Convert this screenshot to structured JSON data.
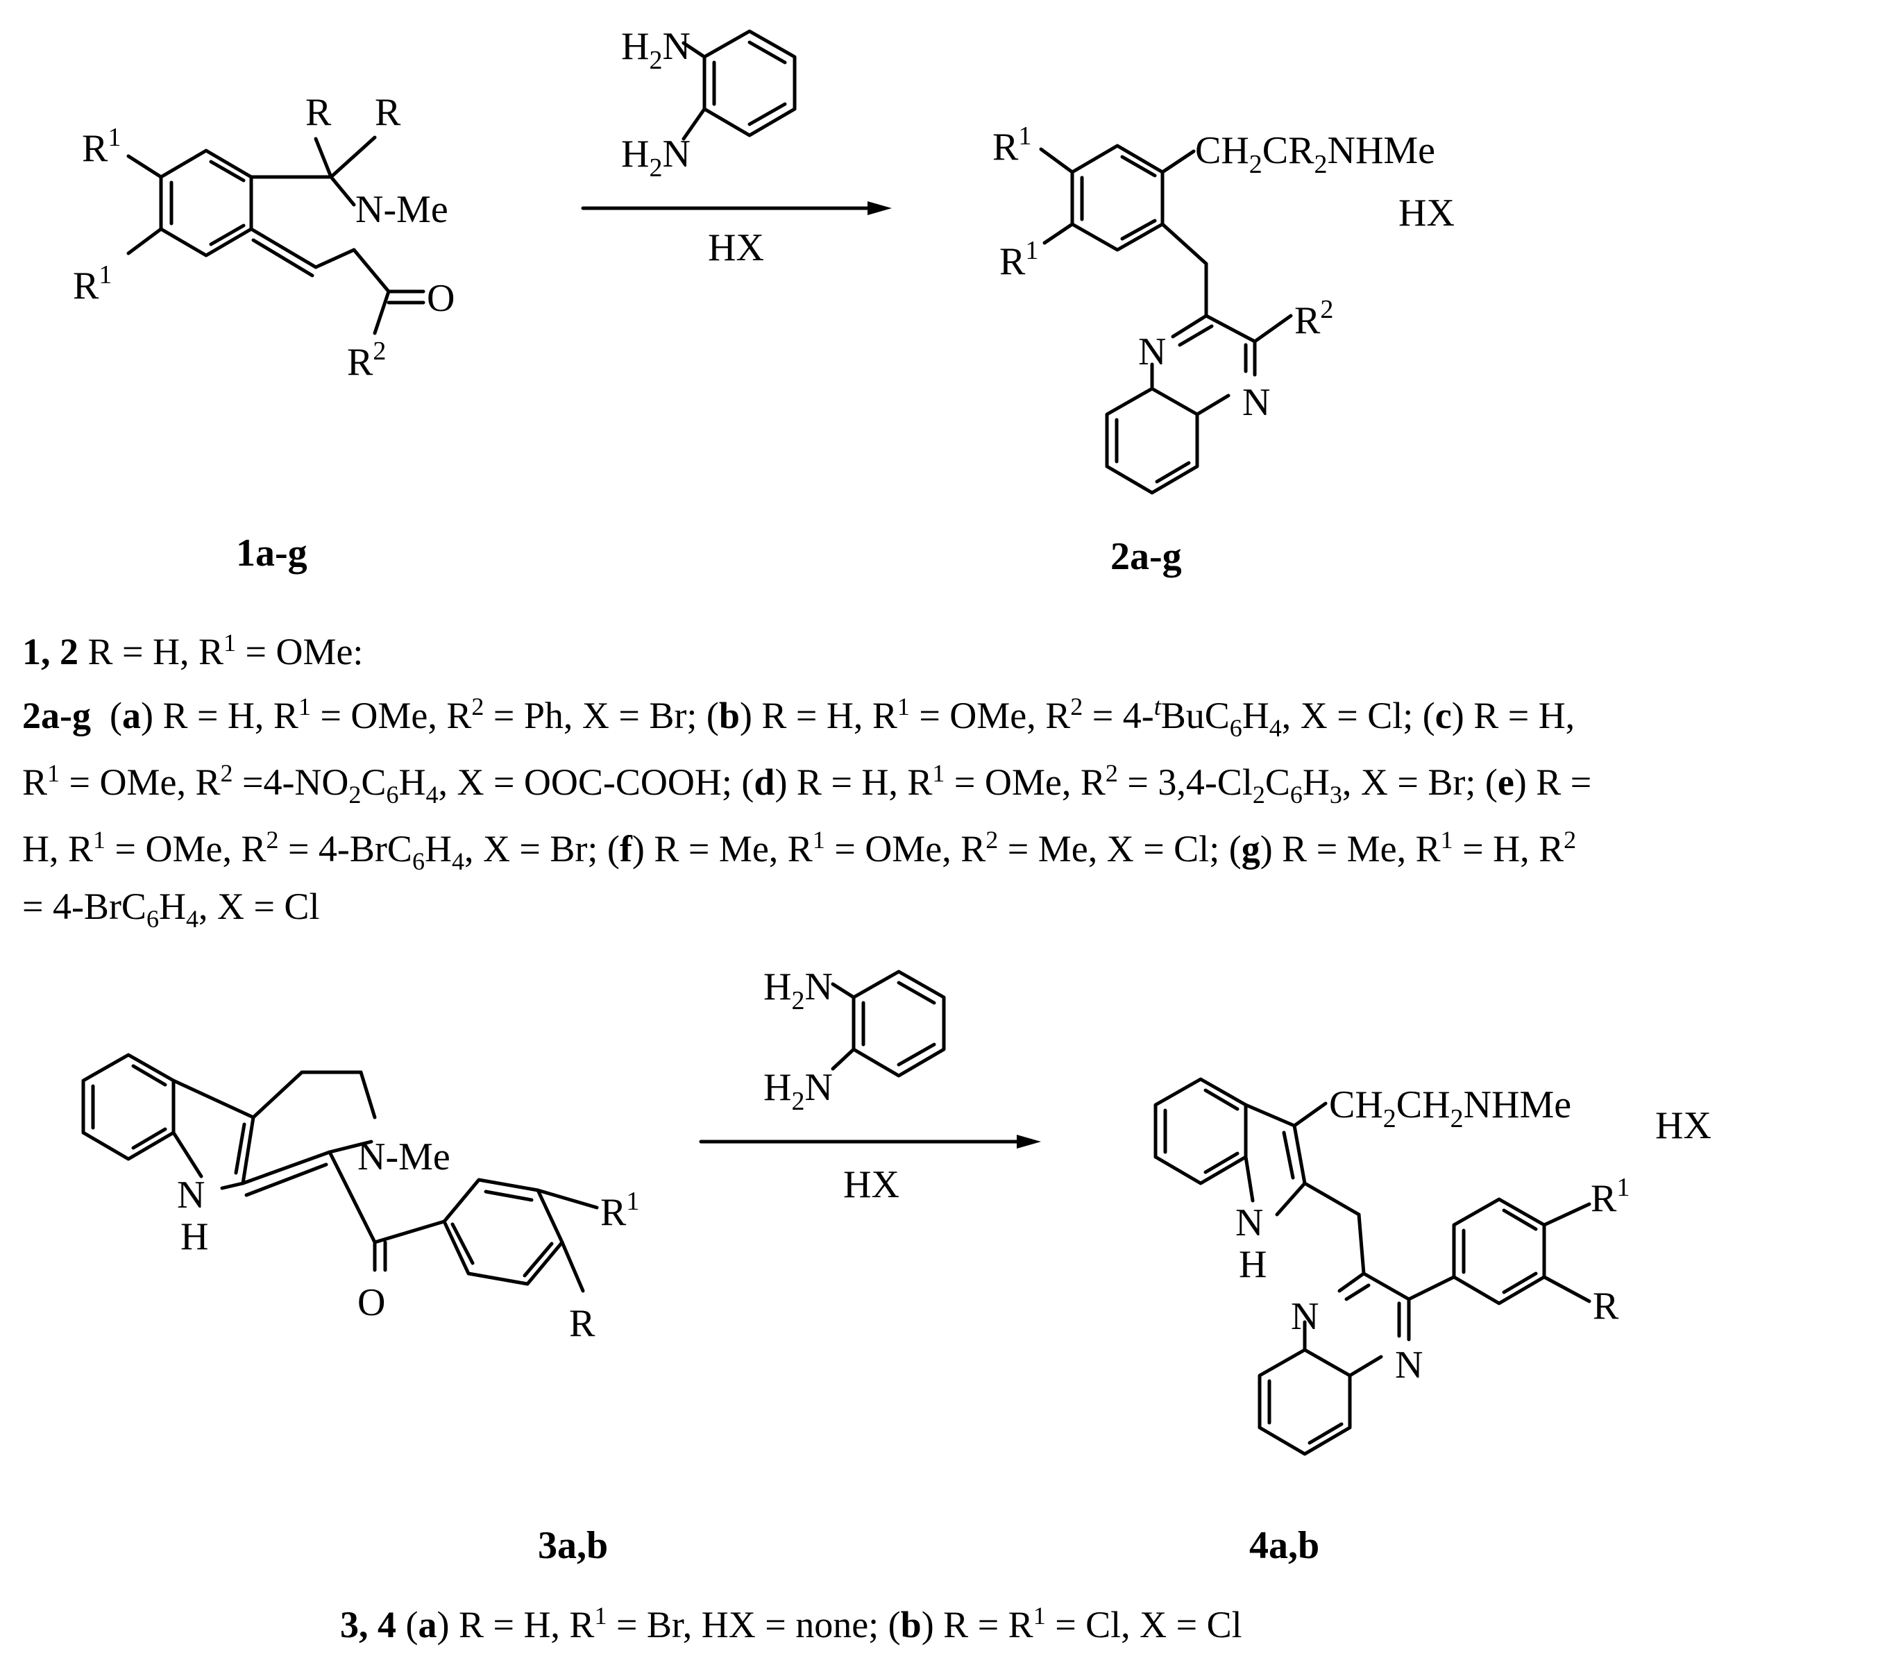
{
  "reaction1": {
    "reagent_top": "H2N",
    "reagent_bottom": "H2N",
    "conditions": "HX",
    "sm_label": "1a-g",
    "product_label": "2a-g",
    "product_salt": "HX",
    "product_chain": "CH2CR2NHMe",
    "n_me": "N-Me",
    "oxygen": "O"
  },
  "reaction2": {
    "reagent_top": "H2N",
    "reagent_bottom": "H2N",
    "conditions": "HX",
    "sm_label": "3a,b",
    "product_label": "4a,b",
    "product_salt": "HX",
    "product_chain": "CH2CH2NHMe",
    "n_me": "N-Me",
    "indole_nh": "NH",
    "oxygen": "O"
  },
  "atoms": {
    "R": "R",
    "R1": "R1",
    "R2": "R2",
    "N": "N",
    "H": "H"
  },
  "captions": {
    "line1_compounds": "1, 2",
    "line1_text": "R = H, R1 = OMe:",
    "variants_compounds": "2a-g",
    "variants_text": "(a) R = H, R1 = OMe, R2 = Ph, X = Br; (b) R = H, R1 = OMe, R2 = 4-tBuC6H4, X = Cl; (c) R = H, R1 = OMe, R2 =4-NO2C6H4, X = OOC-COOH; (d) R = H, R1 = OMe, R2 = 3,4-Cl2C6H3, X = Br; (e) R = H, R1 = OMe, R2 = 4-BrC6H4, X = Br; (f) R = Me, R1 = OMe, R2 = Me, X = Cl; (g) R = Me, R1 = H, R2 = 4-BrC6H4, X = Cl",
    "last_compounds": "3, 4",
    "last_text": "(a) R = H, R1 = Br, HX = none; (b) R = R1 = Cl, X = Cl"
  }
}
